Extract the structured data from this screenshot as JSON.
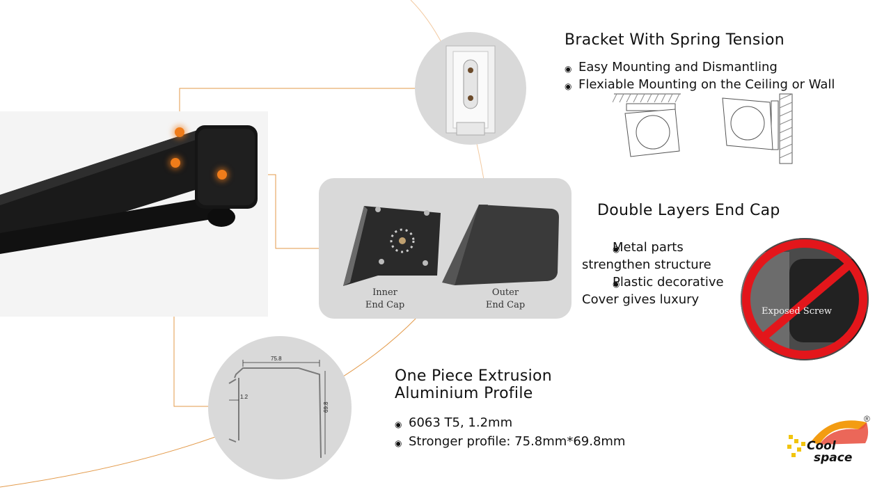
{
  "bracket": {
    "title": "Bracket With Spring Tension",
    "bullets": [
      "Easy Mounting and Dismantling",
      "Flexiable Mounting on the Ceiling or Wall"
    ]
  },
  "endcap": {
    "title": "Double Layers End Cap",
    "bullets": [
      [
        "Metal parts",
        "strengthen structure"
      ],
      [
        "Plastic decorative",
        "Cover gives luxury"
      ]
    ],
    "inner_label": [
      "Inner",
      "End Cap"
    ],
    "outer_label": [
      "Outer",
      "End Cap"
    ],
    "exposed_label": "Exposed Screw"
  },
  "extrusion": {
    "title_line1": "One Piece Extrusion",
    "title_line2": "Aluminium Profile",
    "bullets": [
      "6063 T5,  1.2mm",
      "Stronger profile: 75.8mm*69.8mm"
    ],
    "dim_width": "75.8",
    "dim_thick": "1.2",
    "dim_height": "69.8"
  },
  "brand": {
    "line1": "Cool",
    "line2": "space",
    "registered": "®"
  },
  "colors": {
    "accent_orange": "#f07c1a",
    "connector_line": "#e39a4a",
    "panel_gray": "#d9d9d9",
    "prohibit_red": "#e3161b"
  }
}
